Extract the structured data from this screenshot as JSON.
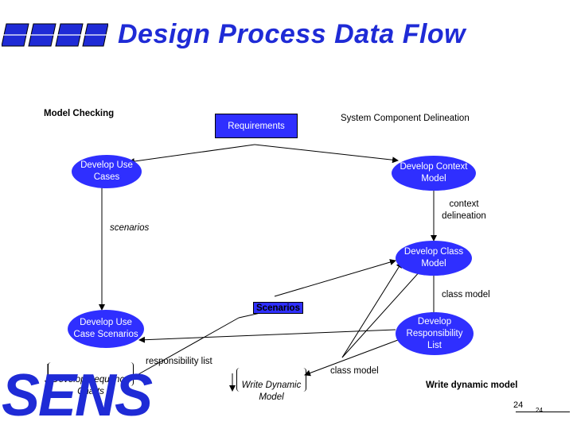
{
  "title": "Design Process Data Flow",
  "logo": "SENS",
  "labels": {
    "model_checking": "Model Checking",
    "system_component": "System Component Delineation",
    "context_delineation": "context\ndelineation",
    "scenarios_lower": "scenarios",
    "class_model_1": "class model",
    "responsibility_list": "responsibility list",
    "class_model_2": "class model",
    "write_dynamic_model": "Write dynamic model"
  },
  "nodes": {
    "requirements": "Requirements",
    "develop_use_cases": "Develop Use\nCases",
    "develop_context_model": "Develop Context\nModel",
    "develop_class_model": "Develop Class\nModel",
    "scenarios_box": "Scenarios",
    "develop_use_case_scenarios": "Develop Use\nCase Scenarios",
    "develop_responsibility_list": "Develop\nResponsibility\nList",
    "develop_sequence_charts": "Develop Sequence\nCharts",
    "write_dynamic_model_node": "Write Dynamic\nModel"
  },
  "page_number": "24",
  "page_number_small": "24",
  "colors": {
    "brand_blue": "#1f2bd6",
    "node_blue": "#2f2fff"
  }
}
